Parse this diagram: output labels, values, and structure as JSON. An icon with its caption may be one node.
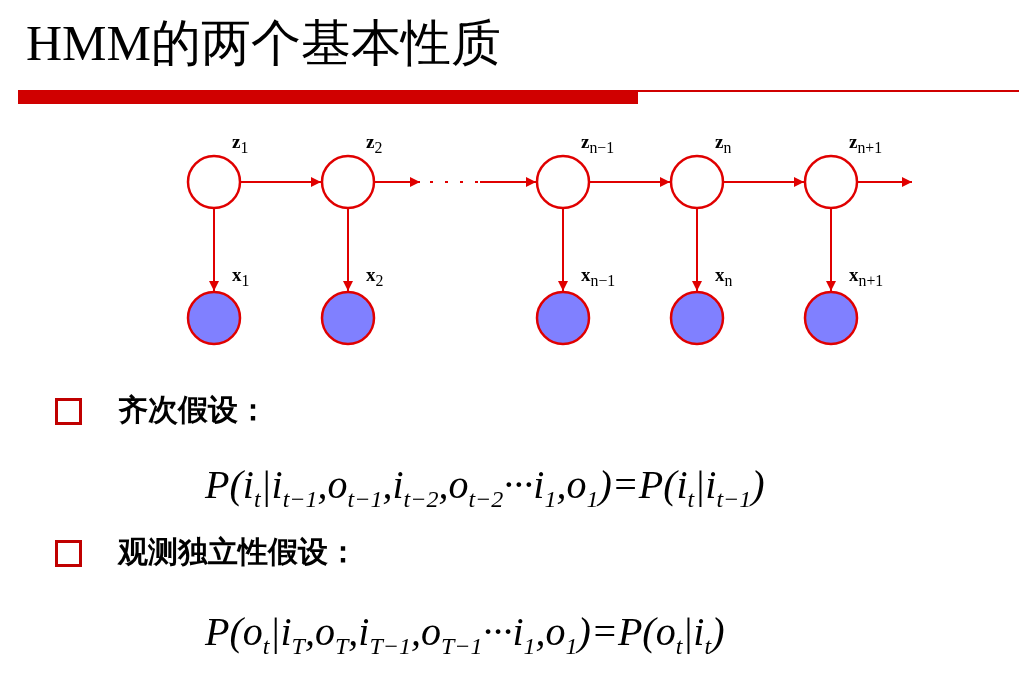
{
  "diagram": {
    "title": "HMM的两个基本性质",
    "nodes": [
      {
        "text": [],
        "shape": "circle",
        "beside": [
          "**z**$_{1}$"
        ]
      },
      {
        "text": [],
        "shape": "circle",
        "beside": [
          "**z**$_{2}$"
        ]
      },
      {
        "text": [],
        "shape": "circle",
        "beside": [
          "**z**$_{n−1}$"
        ]
      },
      {
        "text": [],
        "shape": "circle",
        "beside": [
          "**z**$_{n}$"
        ]
      },
      {
        "text": [],
        "shape": "circle",
        "beside": [
          "**z**$_{n+1}$"
        ]
      },
      {
        "text": [],
        "shape": "circle",
        "beside": [
          "**x**$_{1}$"
        ]
      },
      {
        "text": [],
        "shape": "circle",
        "beside": [
          "**x**$_{2}$"
        ]
      },
      {
        "text": [],
        "shape": "circle",
        "beside": [
          "**x**$_{n−1}$"
        ]
      },
      {
        "text": [],
        "shape": "circle",
        "beside": [
          "**x**$_{n}$"
        ]
      },
      {
        "text": [],
        "shape": "circle",
        "beside": [
          "**x**$_{n+1}$"
        ]
      }
    ],
    "edges": [
      {
        "from": 0,
        "to": 1,
        "arrow": "to"
      },
      {
        "from": 1,
        "to": 2,
        "arrow": "to",
        "style": "dashed"
      },
      {
        "from": 2,
        "to": 3,
        "arrow": "to"
      },
      {
        "from": 3,
        "to": 4,
        "arrow": "to"
      },
      {
        "from": 4,
        "to": null,
        "arrow": "to"
      },
      {
        "from": 0,
        "to": 5,
        "arrow": "to"
      },
      {
        "from": 1,
        "to": 6,
        "arrow": "to"
      },
      {
        "from": 2,
        "to": 7,
        "arrow": "to"
      },
      {
        "from": 3,
        "to": 8,
        "arrow": "to"
      },
      {
        "from": 4,
        "to": 9,
        "arrow": "to"
      }
    ],
    "labels": [
      "齐次假设：",
      "P(i$_{t}$|i$_{t−1}$,o$_{t−1}$,i$_{t−2}$,o$_{t−2}$···i$_{1}$,o$_{1}$)=P(i$_{t}$|i$_{t−1}$)",
      "观测独立性假设：",
      "P(o$_{t}$|i$_{T}$,o$_{T}$,i$_{T−1}$,o$_{T−1}$···i$_{1}$,o$_{1}$)=P(o$_{t}$|i$_{t}$)"
    ]
  }
}
